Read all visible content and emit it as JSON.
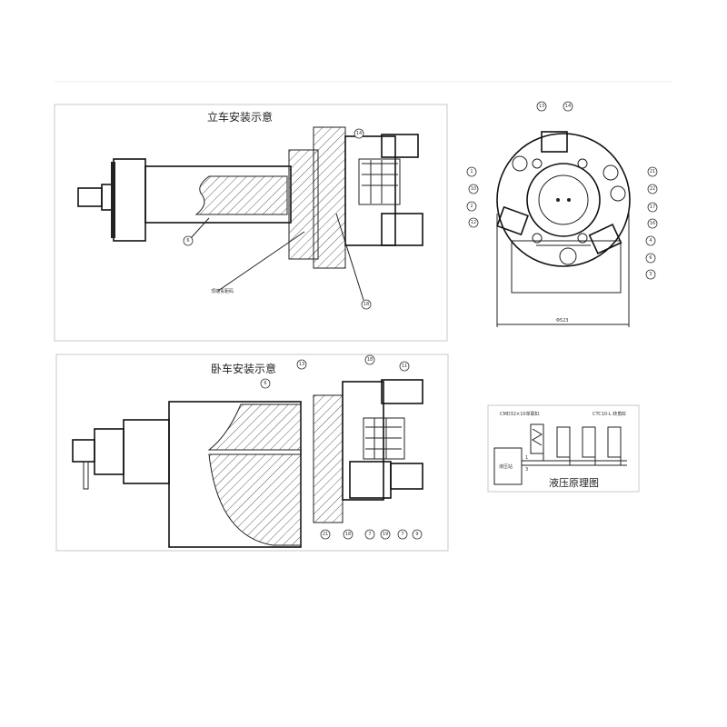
{
  "vertical_lathe": {
    "title": "立车安装示意",
    "note": "顶端青距码",
    "balloons": [
      "14",
      "6",
      "18"
    ]
  },
  "horizontal_lathe": {
    "title": "卧车安装示意",
    "balloons": [
      "13",
      "18",
      "6",
      "11",
      "21",
      "18",
      "7",
      "19",
      "7",
      "9"
    ]
  },
  "front_view": {
    "dimension": "Φ523",
    "balloons": [
      "13",
      "14",
      "1",
      "10",
      "2",
      "12",
      "21",
      "22",
      "17",
      "16",
      "4",
      "6",
      "3"
    ]
  },
  "hydraulic": {
    "title": "液压原理图",
    "cylinder_label_1": "CMD32×10单联缸",
    "cylinder_label_2": "CTC10-L 转角缸",
    "pump_label": "液压站",
    "port_1": "1",
    "port_2": "3"
  }
}
